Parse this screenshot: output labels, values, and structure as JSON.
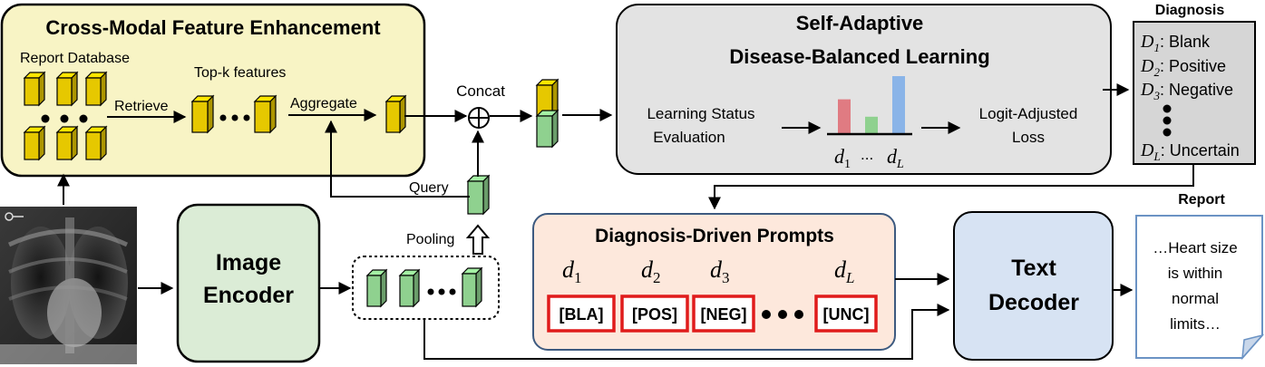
{
  "cross_modal": {
    "title": "Cross-Modal Feature Enhancement",
    "report_database": "Report Database",
    "retrieve": "Retrieve",
    "topk": "Top-k features",
    "aggregate": "Aggregate"
  },
  "concat_label": "Concat",
  "query_label": "Query",
  "pooling_label": "Pooling",
  "image_encoder": {
    "line1": "Image",
    "line2": "Encoder"
  },
  "sadbl": {
    "title_line1": "Self-Adaptive",
    "title_line2": "Disease-Balanced Learning",
    "status_line1": "Learning Status",
    "status_line2": "Evaluation",
    "loss_line1": "Logit-Adjusted",
    "loss_line2": "Loss",
    "axis_first": "d",
    "axis_first_sub": "1",
    "axis_ellipsis": "...",
    "axis_last": "d",
    "axis_last_sub": "L",
    "bars": [
      {
        "level": 0.6,
        "color": "#e07b82"
      },
      {
        "level": 0.3,
        "color": "#8fd18f"
      },
      {
        "level": 1.0,
        "color": "#8ab4e8"
      }
    ]
  },
  "diagnosis": {
    "title": "Diagnosis",
    "items": [
      {
        "sym": "D",
        "sub": "1",
        "label": ": Blank"
      },
      {
        "sym": "D",
        "sub": "2",
        "label": ": Positive"
      },
      {
        "sym": "D",
        "sub": "3",
        "label": ": Negative"
      },
      {
        "sym": "D",
        "sub": "L",
        "label": ": Uncertain"
      }
    ]
  },
  "prompts": {
    "title": "Diagnosis-Driven Prompts",
    "d_labels": [
      {
        "sym": "d",
        "sub": "1"
      },
      {
        "sym": "d",
        "sub": "2"
      },
      {
        "sym": "d",
        "sub": "3"
      },
      {
        "sym": "d",
        "sub": "L"
      }
    ],
    "tokens": [
      "[BLA]",
      "[POS]",
      "[NEG]",
      "[UNC]"
    ]
  },
  "text_decoder": {
    "line1": "Text",
    "line2": "Decoder"
  },
  "report": {
    "title": "Report",
    "lines": [
      "…Heart size",
      "is within",
      "normal",
      "limits…"
    ]
  },
  "colors": {
    "cross_modal_fill": "#f8f4c5",
    "sadbl_fill": "#e3e3e3",
    "diagnosis_fill": "#d6d6d6",
    "prompts_fill": "#fde8dc",
    "prompts_border": "#3d5a80",
    "token_border": "#e01b1b",
    "encoder_fill": "#dbecd6",
    "decoder_fill": "#d7e3f3",
    "yellow_cube": "#e6c800",
    "green_cube": "#8fd18f"
  }
}
